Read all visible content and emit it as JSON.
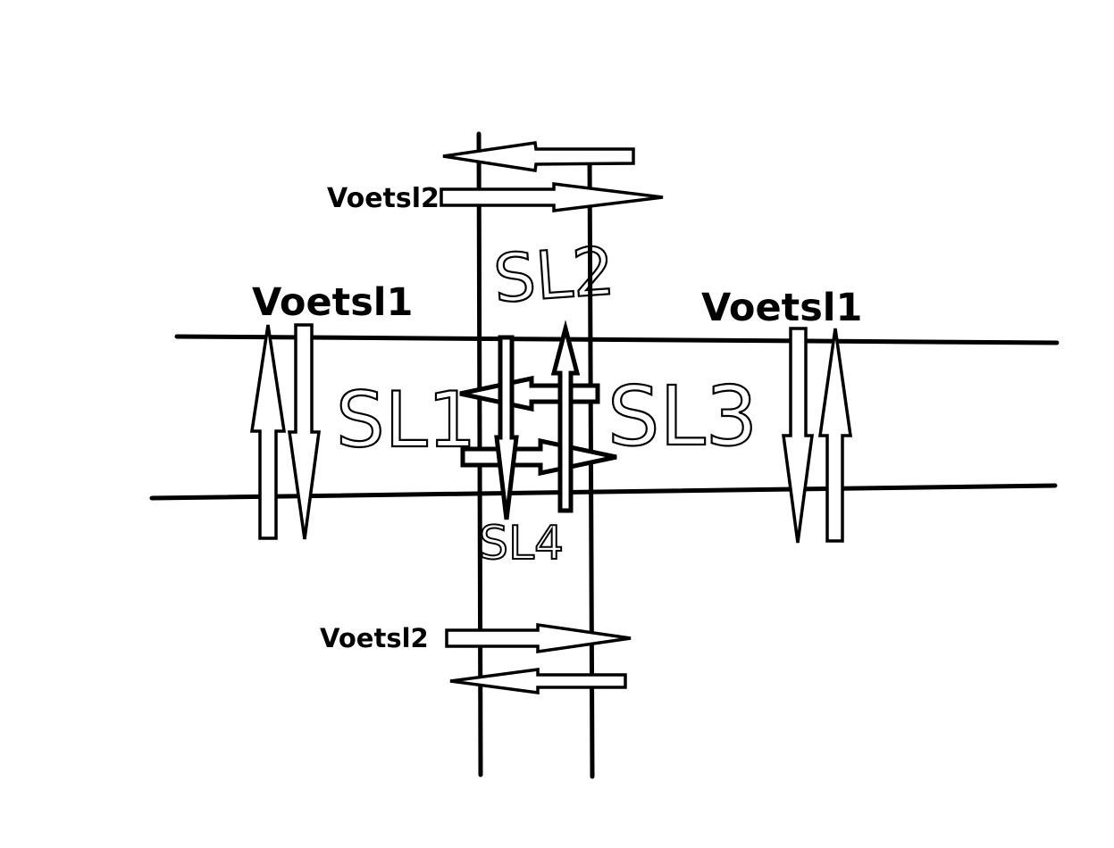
{
  "labels": {
    "voetsl1_left": "Voetsl1",
    "voetsl1_right": "Voetsl1",
    "voetsl2_top": "Voetsl2",
    "voetsl2_bottom": "Voetsl2"
  },
  "lights": {
    "sl1": "SL1",
    "sl2": "SL2",
    "sl3": "SL3",
    "sl4": "SL4"
  }
}
